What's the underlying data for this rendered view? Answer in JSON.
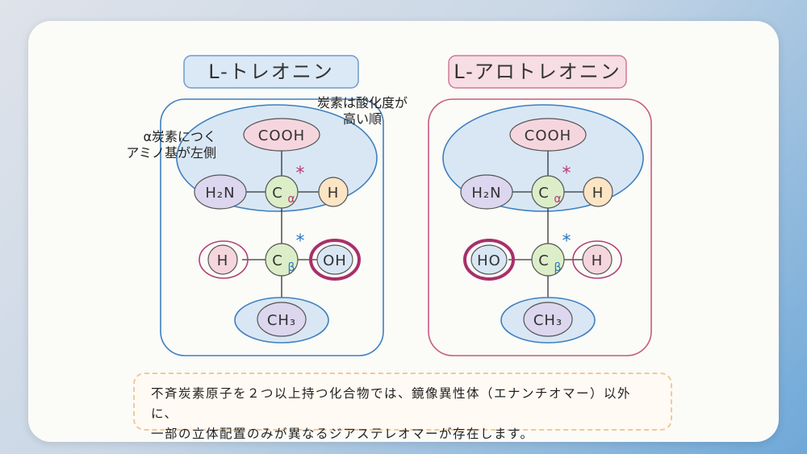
{
  "left": {
    "title": "L-トレオニン",
    "alpha": {
      "top": "COOH",
      "left": "H₂N",
      "center": "C",
      "sub": "α",
      "right": "H",
      "star": "*"
    },
    "beta": {
      "left": "H",
      "center": "C",
      "sub": "β",
      "right": "OH",
      "star": "*"
    },
    "bottom": "CH₃"
  },
  "right": {
    "title": "L-アロトレオニン",
    "alpha": {
      "top": "COOH",
      "left": "H₂N",
      "center": "C",
      "sub": "α",
      "right": "H",
      "star": "*"
    },
    "beta": {
      "left": "HO",
      "center": "C",
      "sub": "β",
      "right": "H",
      "star": "*"
    },
    "bottom": "CH₃"
  },
  "notes": {
    "alpha_line1": "α炭素につく",
    "alpha_line2": "アミノ基が左側",
    "oxid_line1": "炭素は酸化度が",
    "oxid_line2": "高い順"
  },
  "info": {
    "line1": "不斉炭素原子を２つ以上持つ化合物では、鏡像異性体（エナンチオマー）以外に、",
    "line2": "一部の立体配置のみが異なるジアステレオマーが存在します。"
  },
  "colors": {
    "blue": "#3d7fbf",
    "pink": "#c85a80",
    "alpha_star": "#b8397a",
    "beta_star": "#2b77c0",
    "green": "#dceec8",
    "purple": "#dcd6ee",
    "yellow": "#fbe5c4",
    "rose": "#f6d6de",
    "lightblue": "#d9e7f4"
  }
}
